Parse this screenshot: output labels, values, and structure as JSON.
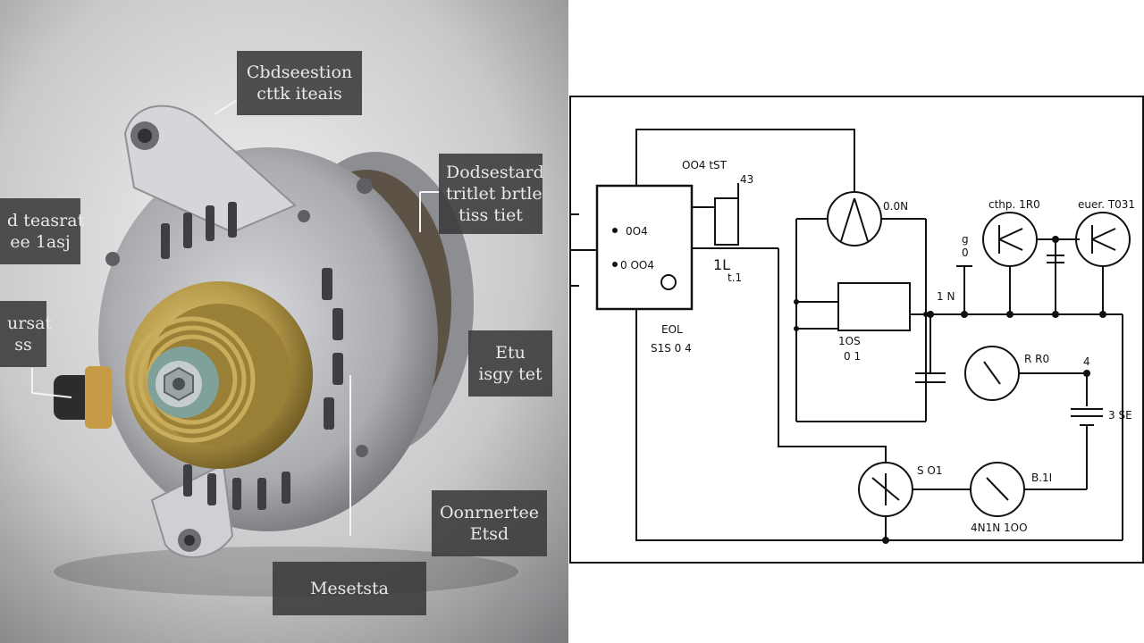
{
  "photo_callouts": [
    {
      "id": "top",
      "lines": [
        "Cbdseestion",
        "cttk iteais"
      ]
    },
    {
      "id": "right-upper",
      "lines": [
        "Dodsestard",
        "tritlet brtle",
        "tiss tiet"
      ]
    },
    {
      "id": "left-upper",
      "lines": [
        "d teasrat",
        "ee 1asj"
      ]
    },
    {
      "id": "left-mid",
      "lines": [
        "ursat",
        "ss"
      ]
    },
    {
      "id": "right-mid",
      "lines": [
        "Etu",
        "isgy tet"
      ]
    },
    {
      "id": "right-lower",
      "lines": [
        "Oonrnertee",
        "Etsd"
      ]
    },
    {
      "id": "bottom",
      "lines": [
        "Mesetsta"
      ]
    }
  ],
  "schematic_labels": {
    "top_center": "OO4 tST",
    "relay_num": "43",
    "pin1": "0O4",
    "pin2": "0 OO4",
    "block_out": "1L",
    "block_out_sub": "t.1",
    "under_block_1": "EOL",
    "under_block_2": "S1S 0 4",
    "meter_top": "0.0N",
    "gate": "1 N",
    "under_gate_1": "1OS",
    "under_gate_2": "0 1",
    "cap_top": "g",
    "cap_top_sub": "0",
    "tr1": "cthp. 1R0",
    "tr2": "euer. T031",
    "d_top": "R R0",
    "d_top_num": "4",
    "right_cap": "3 SE",
    "bottom_left": "S O1",
    "bottom_right": "B.1I",
    "bottom_right_sub": "4N1N 1OO"
  },
  "colors": {
    "background": "#ffffff",
    "callout": "#3a3a3c",
    "wire": "#111111",
    "pulley": "#b79a4a"
  }
}
